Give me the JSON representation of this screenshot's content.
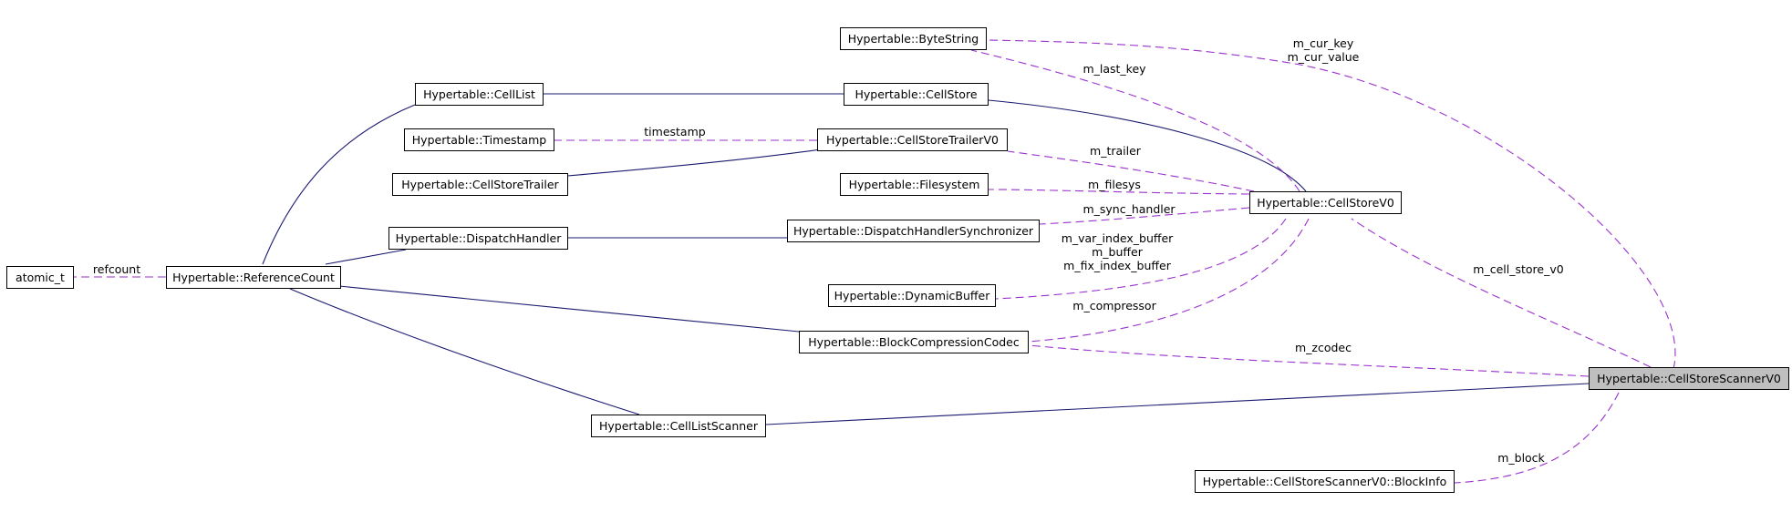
{
  "nodes": {
    "atomic": "atomic_t",
    "refcount": "Hypertable::ReferenceCount",
    "celllist": "Hypertable::CellList",
    "timestamp": "Hypertable::Timestamp",
    "cellstoretrailer": "Hypertable::CellStoreTrailer",
    "dispatchhandler": "Hypertable::DispatchHandler",
    "bytestring": "Hypertable::ByteString",
    "cellstore": "Hypertable::CellStore",
    "cellstoretrailerv0": "Hypertable::CellStoreTrailerV0",
    "filesystem": "Hypertable::Filesystem",
    "dispatchsync": "Hypertable::DispatchHandlerSynchronizer",
    "dynamicbuffer": "Hypertable::DynamicBuffer",
    "codec": "Hypertable::BlockCompressionCodec",
    "celllistscanner": "Hypertable::CellListScanner",
    "cellstorev0": "Hypertable::CellStoreV0",
    "scanner": "Hypertable::CellStoreScannerV0",
    "blockinfo": "Hypertable::CellStoreScannerV0::BlockInfo"
  },
  "edge_labels": {
    "refcount": "refcount",
    "timestamp": "timestamp",
    "cur_key": "m_cur_key",
    "cur_value": "m_cur_value",
    "last_key": "m_last_key",
    "trailer": "m_trailer",
    "filesys": "m_filesys",
    "sync_handler": "m_sync_handler",
    "var_index_buffer": "m_var_index_buffer",
    "buffer": "m_buffer",
    "fix_index_buffer": "m_fix_index_buffer",
    "compressor": "m_compressor",
    "cell_store_v0": "m_cell_store_v0",
    "zcodec": "m_zcodec",
    "block": "m_block"
  },
  "colors": {
    "inheritance": "#191970",
    "usage": "#9a32cd",
    "highlight_fill": "#bfbfbf"
  }
}
